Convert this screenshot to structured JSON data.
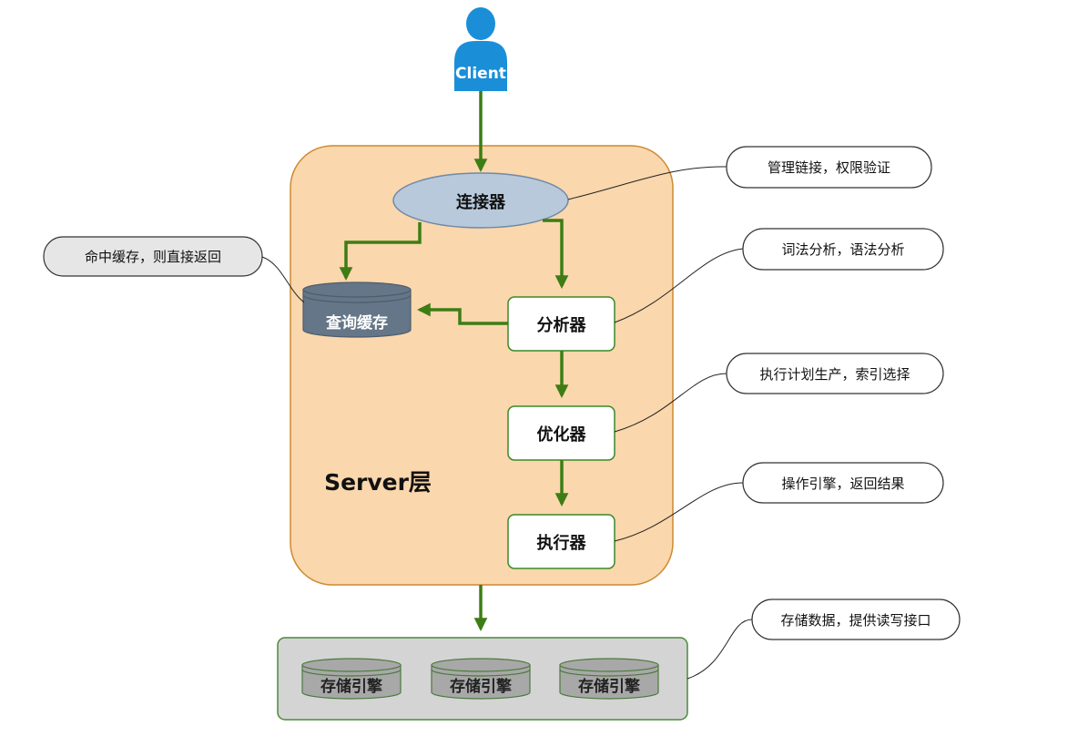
{
  "client": {
    "label": "Client"
  },
  "server_layer": {
    "label": "Server层"
  },
  "nodes": {
    "connector": "连接器",
    "query_cache": "查询缓存",
    "analyzer": "分析器",
    "optimizer": "优化器",
    "executor": "执行器"
  },
  "storage": {
    "engines": [
      "存储引擎",
      "存储引擎",
      "存储引擎"
    ]
  },
  "notes": {
    "connector": "管理链接，权限验证",
    "query_cache": "命中缓存，则直接返回",
    "analyzer": "词法分析，语法分析",
    "optimizer": "执行计划生产，索引选择",
    "executor": "操作引擎，返回结果",
    "storage": "存储数据，提供读写接口"
  },
  "colors": {
    "client": "#1a8fd8",
    "server_fill": "#fad7ac",
    "server_stroke": "#cc8a30",
    "connector_fill": "#b8c9dc",
    "connector_stroke": "#6f89a6",
    "process_stroke": "#3a8a2a",
    "arrow": "#3d7d14",
    "cache_fill": "#647687",
    "storage_fill": "#d4d4d4",
    "storage_stroke": "#4a8a3a",
    "note_gray": "#e6e6e6"
  }
}
